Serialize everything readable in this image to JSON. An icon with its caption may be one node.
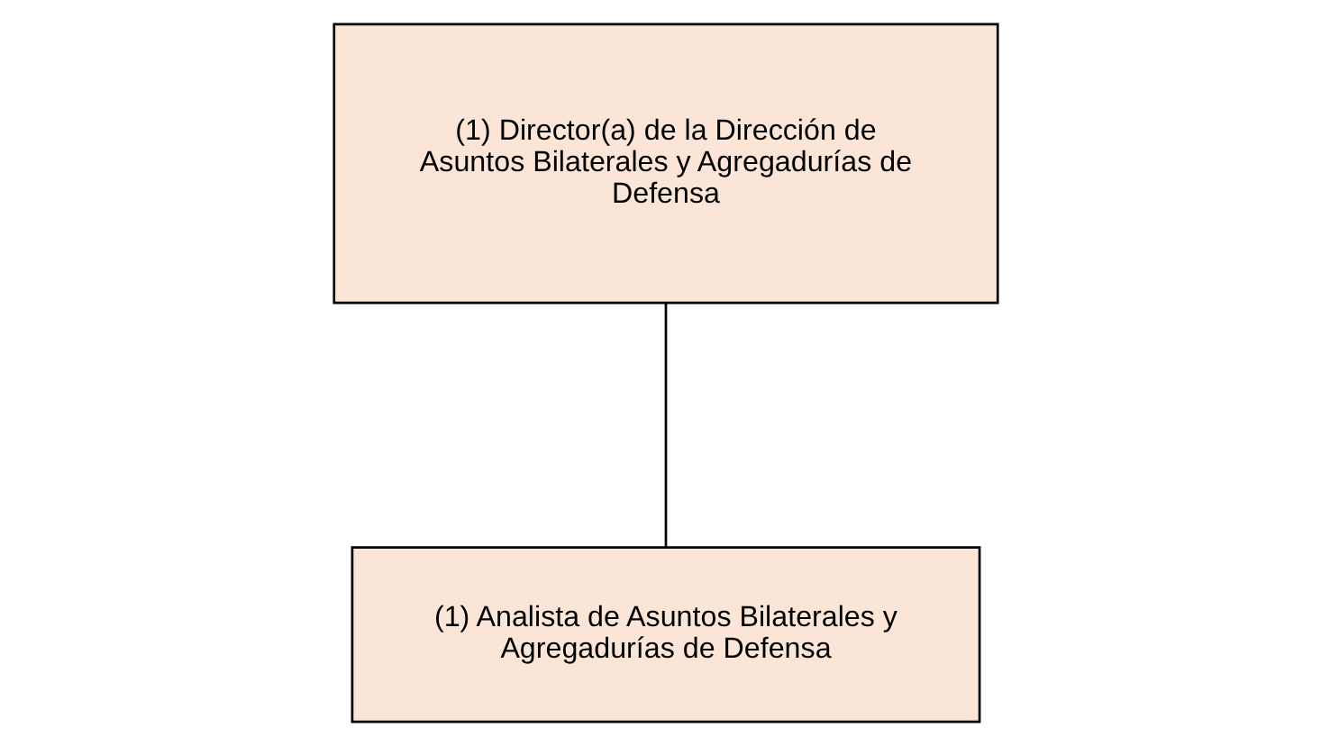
{
  "diagram": {
    "nodes": [
      {
        "text": [
          "(1) Director(a) de la Dirección de Asuntos Bilaterales y Agregadurías de Defensa"
        ]
      },
      {
        "text": [
          "(1) Analista de Asuntos Bilaterales y Agregadurías de Defensa"
        ]
      }
    ],
    "edges": [
      {
        "from": 0,
        "to": 1,
        "arrow": "none"
      }
    ]
  }
}
